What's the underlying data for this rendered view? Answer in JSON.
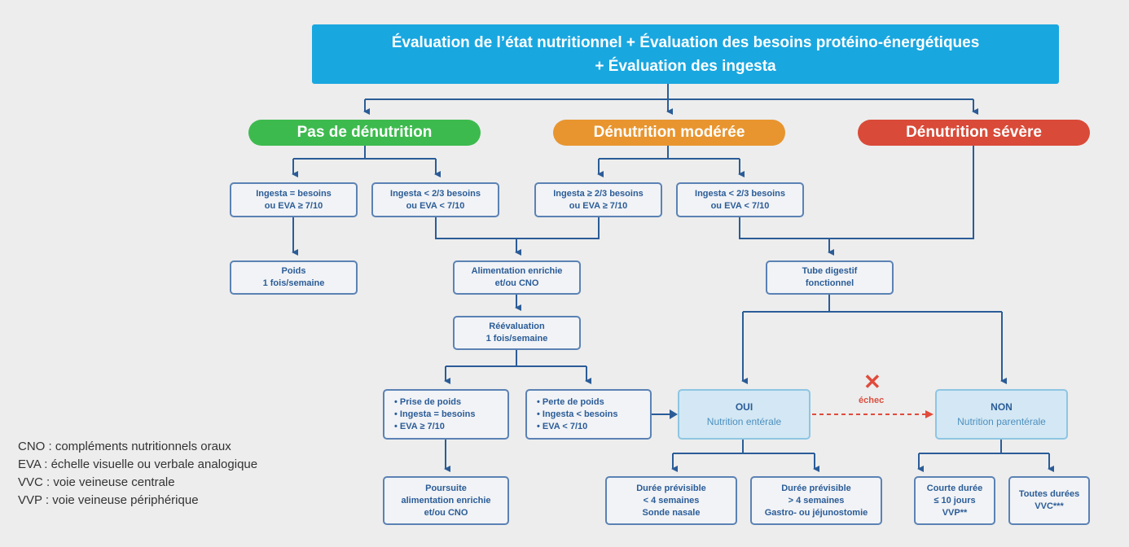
{
  "header": {
    "line1": "Évaluation de l’état nutritionnel + Évaluation des besoins protéino-énergétiques",
    "line2": "+ Évaluation des ingesta"
  },
  "categories": {
    "none": "Pas de dénutrition",
    "moderate": "Dénutrition modérée",
    "severe": "Dénutrition sévère"
  },
  "colors": {
    "header": "#19a7e0",
    "none": "#3dba4e",
    "moderate": "#e8952f",
    "severe": "#d94a38",
    "line": "#2b5c97"
  },
  "boxes": {
    "a": [
      "Ingesta = besoins",
      "ou EVA ≥ 7/10"
    ],
    "b": [
      "Ingesta < 2/3 besoins",
      "ou EVA < 7/10"
    ],
    "c": [
      "Ingesta ≥ 2/3 besoins",
      "ou EVA ≥ 7/10"
    ],
    "d": [
      "Ingesta < 2/3 besoins",
      "ou EVA < 7/10"
    ],
    "poids": [
      "Poids",
      "1 fois/semaine"
    ],
    "alim": [
      "Alimentation enrichie",
      "et/ou CNO"
    ],
    "reeval": [
      "Réévaluation",
      "1 fois/semaine"
    ],
    "tube": [
      "Tube digestif",
      "fonctionnel"
    ],
    "prise": [
      "• Prise de poids",
      "• Ingesta = besoins",
      "• EVA ≥ 7/10"
    ],
    "perte": [
      "• Perte de poids",
      "• Ingesta < besoins",
      "• EVA < 7/10"
    ],
    "oui": [
      "OUI",
      "Nutrition entérale"
    ],
    "non": [
      "NON",
      "Nutrition parentérale"
    ],
    "poursuite": [
      "Poursuite",
      "alimentation enrichie",
      "et/ou CNO"
    ],
    "duree1": [
      "Durée prévisible",
      "< 4 semaines",
      "Sonde nasale"
    ],
    "duree2": [
      "Durée prévisible",
      "> 4 semaines",
      "Gastro- ou jéjunostomie"
    ],
    "courte": [
      "Courte durée",
      "≤ 10 jours",
      "VVP**"
    ],
    "toutes": [
      "Toutes durées",
      "VVC***"
    ]
  },
  "failure": "échec",
  "failure_icon": "x-icon",
  "legend": [
    "CNO : compléments nutritionnels oraux",
    "EVA : échelle visuelle ou verbale analogique",
    "VVC : voie veineuse centrale",
    "VVP : voie veineuse périphérique"
  ]
}
